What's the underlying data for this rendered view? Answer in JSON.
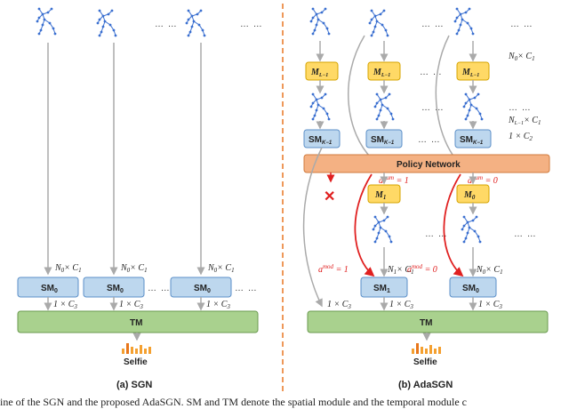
{
  "left": {
    "sm_label": "SM",
    "sm_sub": "0",
    "tm_label": "TM",
    "dim_n0c1": "N",
    "dim_n0c1_sub": "0",
    "dim_times_c1": "× C",
    "dim_c1_sub": "1",
    "dim_1c3": "1 × C",
    "dim_c3_sub": "3",
    "selfie": "Selfie",
    "caption": "(a) SGN",
    "dots": "… …"
  },
  "right": {
    "m_label": "M",
    "m_sub_l1": "L−1",
    "m_sub_1": "1",
    "m_sub_0": "0",
    "sm_label": "SM",
    "sm_sub_k1": "K−1",
    "sm_sub_1": "1",
    "sm_sub_0": "0",
    "policy": "Policy Network",
    "tm_label": "TM",
    "selfie": "Selfie",
    "caption": "(b) AdaSGN",
    "dim_n0c1": "N",
    "dim_n0_sub": "0",
    "dim_times_c1": "× C",
    "dim_c1_sub": "1",
    "dim_nl1": "N",
    "dim_nl1_sub": "L−1",
    "dim_1c2": "1 × C",
    "dim_c2_sub": "2",
    "dim_n1": "N",
    "dim_n1_sub": "1",
    "dim_1c3": "1 × C",
    "dim_c3_sub": "3",
    "anum1": "a",
    "anum_sup": "num",
    "anum_eq1": " = 1",
    "anum_eq0": " = 0",
    "amod_sup": "mod",
    "amod_eq1": " = 1",
    "amod_eq0": " = 0",
    "dots": "… …",
    "cross": "✕"
  },
  "bottom_caption": "ine of the SGN and the proposed AdaSGN. SM and TM denote the spatial module and the temporal module c",
  "colors": {
    "blue_box": "#bdd7ee",
    "blue_border": "#5b8fc8",
    "green_box": "#a9d18e",
    "green_border": "#6a9a4f",
    "yellow_box": "#ffd966",
    "yellow_border": "#d6a400",
    "orange_box": "#f4b183",
    "orange_border": "#d07a3c",
    "red": "#e02020",
    "gray_line": "#aaaaaa",
    "skeleton": "#3a6fd0",
    "divider": "#e87722"
  },
  "icons": [
    "skeleton-icon",
    "bar-chart-icon",
    "cross-icon"
  ]
}
